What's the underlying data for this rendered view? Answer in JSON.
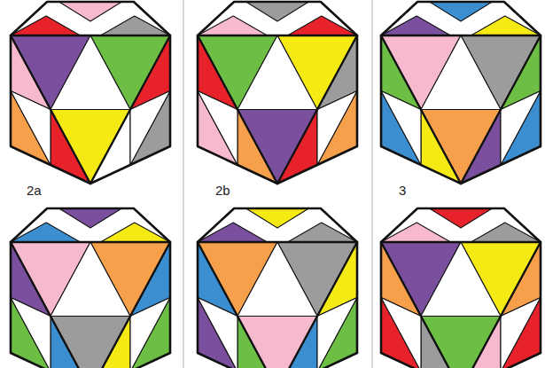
{
  "diagram": {
    "labels": [
      "2a",
      "2b",
      "3"
    ]
  }
}
